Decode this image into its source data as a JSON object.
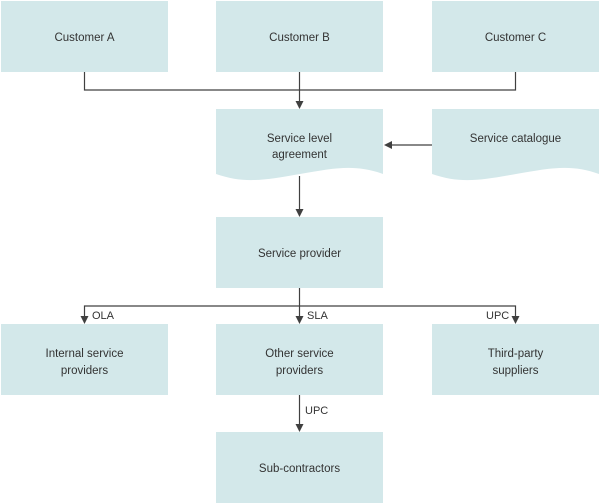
{
  "nodes": {
    "customer_a": {
      "lines": [
        "Customer A"
      ]
    },
    "customer_b": {
      "lines": [
        "Customer B"
      ]
    },
    "customer_c": {
      "lines": [
        "Customer C"
      ]
    },
    "sla_doc": {
      "lines": [
        "Service level",
        "agreement"
      ]
    },
    "catalogue": {
      "lines": [
        "Service catalogue"
      ]
    },
    "provider": {
      "lines": [
        "Service provider"
      ]
    },
    "internal": {
      "lines": [
        "Internal service",
        "providers"
      ]
    },
    "other": {
      "lines": [
        "Other service",
        "providers"
      ]
    },
    "third_party": {
      "lines": [
        "Third-party",
        "suppliers"
      ]
    },
    "subcontractors": {
      "lines": [
        "Sub-contractors"
      ]
    }
  },
  "edge_labels": {
    "ola": "OLA",
    "sla": "SLA",
    "upc_third_party": "UPC",
    "upc_subcontractors": "UPC"
  },
  "colors": {
    "box_fill": "#d3e8ea",
    "line": "#404040",
    "text": "#333333"
  }
}
